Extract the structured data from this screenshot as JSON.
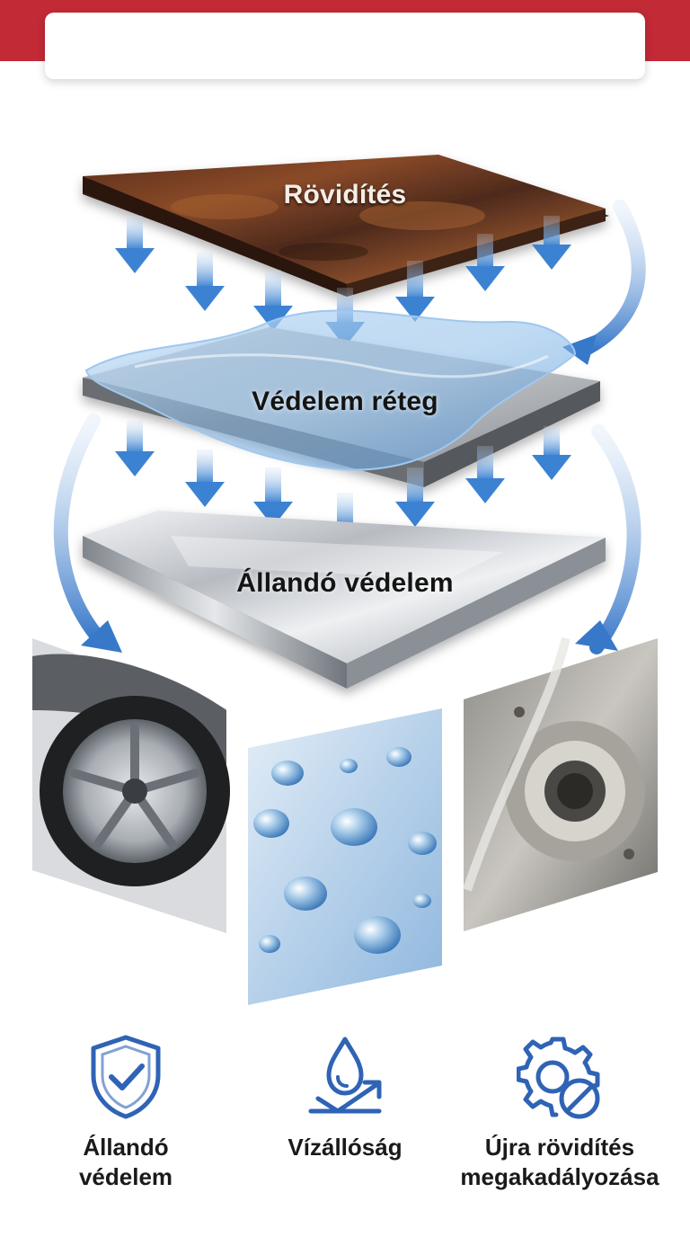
{
  "header": {
    "title": ""
  },
  "layers": {
    "top": "Rövidítés",
    "middle": "Védelem réteg",
    "bottom": "Állandó védelem"
  },
  "applications": [
    {
      "icon": "car-wheel"
    },
    {
      "icon": "water-droplets"
    },
    {
      "icon": "metal-machine-part"
    }
  ],
  "features": [
    {
      "icon": "shield-check-icon",
      "label_line1": "Állandó",
      "label_line2": "védelem"
    },
    {
      "icon": "water-drop-arrow-icon",
      "label_line1": "Vízállóság",
      "label_line2": ""
    },
    {
      "icon": "gear-no-icon",
      "label_line1": "Újra rövidítés",
      "label_line2": "megakadályozása"
    }
  ],
  "colors": {
    "brand_red": "#c22a36",
    "arrow_blue": "#3c82d2",
    "icon_blue": "#2f63b5",
    "rust": "#6e3a22"
  }
}
